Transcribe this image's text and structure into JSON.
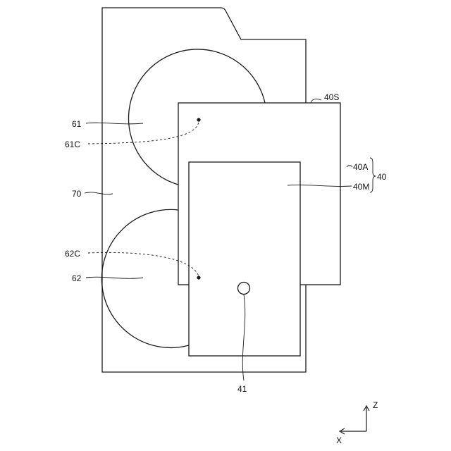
{
  "labels": {
    "plate": "70",
    "circle_upper": "61",
    "center_upper": "61C",
    "circle_lower": "62",
    "center_lower": "62C",
    "sheet_top": "40S",
    "sheet_a": "40A",
    "sheet_m": "40M",
    "group": "40",
    "hole": "41"
  },
  "axes": {
    "z": "Z",
    "x": "X"
  },
  "colors": {
    "line": "#1a1a1a",
    "background": "#ffffff"
  }
}
